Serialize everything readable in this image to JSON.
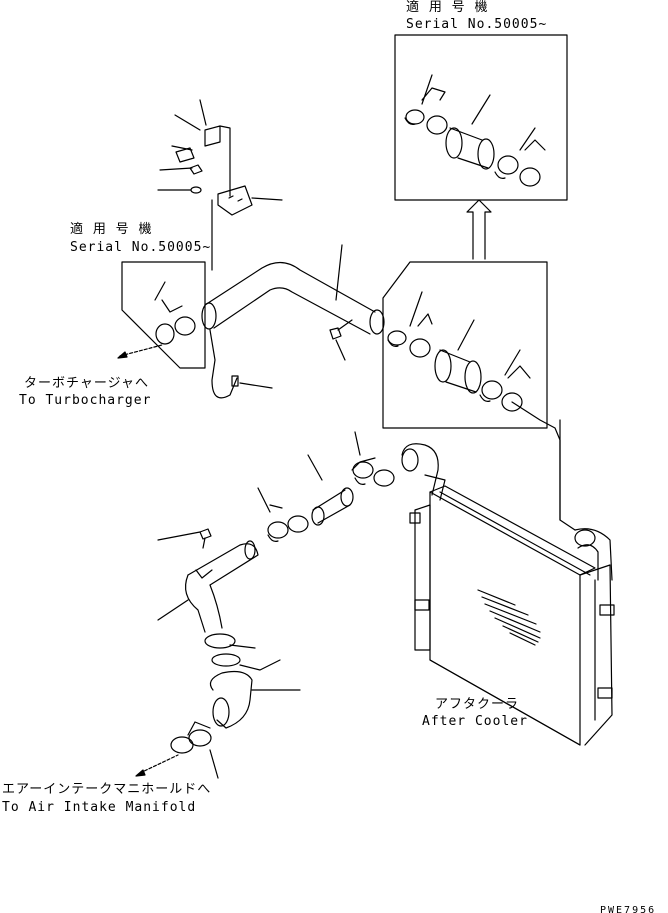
{
  "labels": {
    "serial_top_jp": "適 用 号 機",
    "serial_top_en": "Serial No.50005~",
    "serial_left_jp": "適 用 号 機",
    "serial_left_en": "Serial No.50005~",
    "turbo_jp": "ターボチャージャへ",
    "turbo_en": "To Turbocharger",
    "aftercooler_jp": "アフタクーラ",
    "aftercooler_en": "After Cooler",
    "intake_jp": "エアーインテークマニホールドへ",
    "intake_en": "To Air Intake Manifold",
    "drawing_no": "PWE7956"
  }
}
